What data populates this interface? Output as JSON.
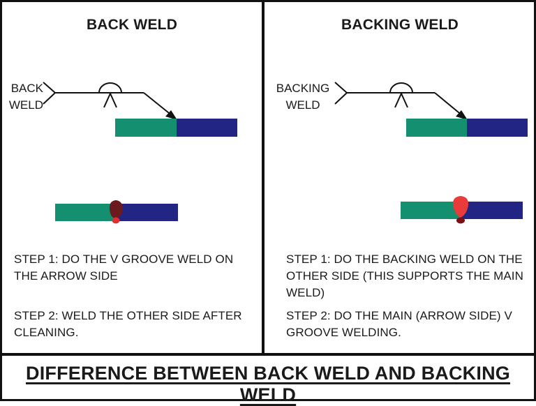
{
  "colors": {
    "border": "#111111",
    "plate_green": "#149070",
    "plate_blue": "#232585",
    "weld_dark": "#6b1a1e",
    "weld_red": "#e03030",
    "weld_bright": "#ea3b3b",
    "weld_backing_dark": "#7a0f14"
  },
  "left": {
    "heading": "BACK WELD",
    "symbol_label_line1": "BACK",
    "symbol_label_line2": "WELD",
    "step1_line1": "STEP 1: DO THE V GROOVE WELD ON",
    "step1_line2": "THE ARROW SIDE",
    "step2_line1": "STEP 2: WELD THE OTHER SIDE AFTER",
    "step2_line2": "CLEANING."
  },
  "right": {
    "heading": "BACKING WELD",
    "symbol_label_line1": "BACKING",
    "symbol_label_line2": "WELD",
    "step1_line1": "STEP 1: DO THE BACKING WELD ON THE",
    "step1_line2": "OTHER SIDE (THIS SUPPORTS THE MAIN",
    "step1_line3": "WELD)",
    "step2_line1": "STEP 2: DO THE MAIN (ARROW SIDE) V",
    "step2_line2": "GROOVE WELDING."
  },
  "footer": {
    "title": "DIFFERENCE BETWEEN BACK WELD AND BACKING WELD"
  }
}
